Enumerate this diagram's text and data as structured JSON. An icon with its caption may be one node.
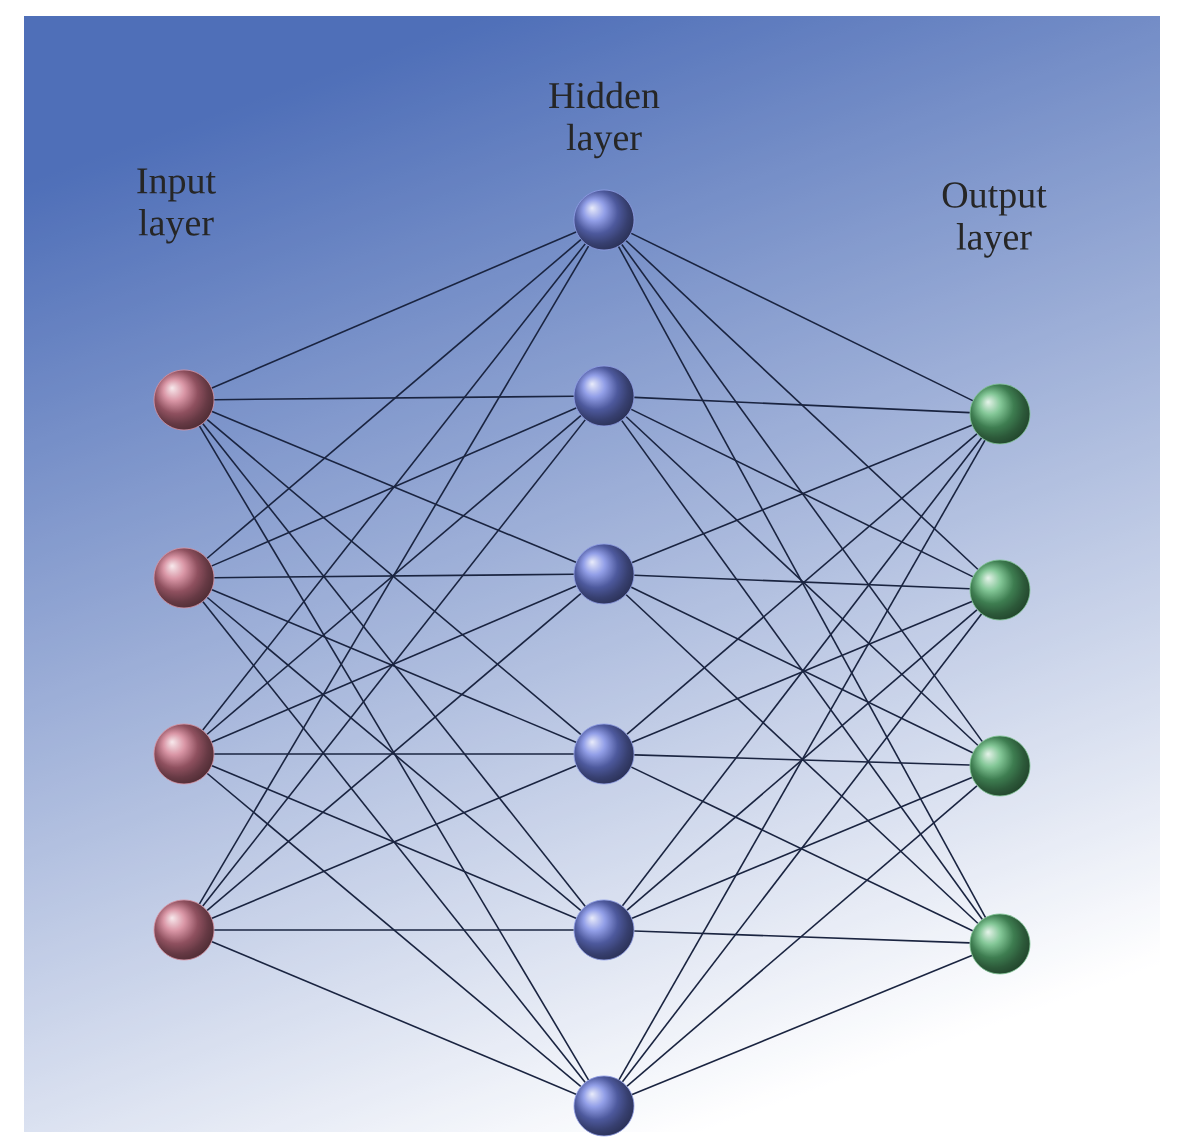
{
  "diagram": {
    "nodes": [
      {
        "text": [],
        "shape": "circle"
      },
      {
        "text": [],
        "shape": "circle"
      },
      {
        "text": [],
        "shape": "circle"
      },
      {
        "text": [],
        "shape": "circle"
      },
      {
        "text": [],
        "shape": "circle"
      },
      {
        "text": [],
        "shape": "circle"
      },
      {
        "text": [],
        "shape": "circle"
      },
      {
        "text": [],
        "shape": "circle"
      },
      {
        "text": [],
        "shape": "circle"
      },
      {
        "text": [],
        "shape": "circle"
      },
      {
        "text": [],
        "shape": "circle"
      },
      {
        "text": [],
        "shape": "circle"
      },
      {
        "text": [],
        "shape": "circle"
      },
      {
        "text": [],
        "shape": "circle"
      }
    ],
    "edges": [
      {
        "from": 0,
        "to": 4,
        "arrow": "none"
      },
      {
        "from": 0,
        "to": 5,
        "arrow": "none"
      },
      {
        "from": 0,
        "to": 6,
        "arrow": "none"
      },
      {
        "from": 0,
        "to": 7,
        "arrow": "none"
      },
      {
        "from": 0,
        "to": 8,
        "arrow": "none"
      },
      {
        "from": 0,
        "to": 9,
        "arrow": "none"
      },
      {
        "from": 1,
        "to": 4,
        "arrow": "none"
      },
      {
        "from": 1,
        "to": 5,
        "arrow": "none"
      },
      {
        "from": 1,
        "to": 6,
        "arrow": "none"
      },
      {
        "from": 1,
        "to": 7,
        "arrow": "none"
      },
      {
        "from": 1,
        "to": 8,
        "arrow": "none"
      },
      {
        "from": 1,
        "to": 9,
        "arrow": "none"
      },
      {
        "from": 2,
        "to": 4,
        "arrow": "none"
      },
      {
        "from": 2,
        "to": 5,
        "arrow": "none"
      },
      {
        "from": 2,
        "to": 6,
        "arrow": "none"
      },
      {
        "from": 2,
        "to": 7,
        "arrow": "none"
      },
      {
        "from": 2,
        "to": 8,
        "arrow": "none"
      },
      {
        "from": 2,
        "to": 9,
        "arrow": "none"
      },
      {
        "from": 3,
        "to": 4,
        "arrow": "none"
      },
      {
        "from": 3,
        "to": 5,
        "arrow": "none"
      },
      {
        "from": 3,
        "to": 6,
        "arrow": "none"
      },
      {
        "from": 3,
        "to": 7,
        "arrow": "none"
      },
      {
        "from": 3,
        "to": 8,
        "arrow": "none"
      },
      {
        "from": 3,
        "to": 9,
        "arrow": "none"
      },
      {
        "from": 4,
        "to": 10,
        "arrow": "none"
      },
      {
        "from": 4,
        "to": 11,
        "arrow": "none"
      },
      {
        "from": 4,
        "to": 12,
        "arrow": "none"
      },
      {
        "from": 4,
        "to": 13,
        "arrow": "none"
      },
      {
        "from": 5,
        "to": 10,
        "arrow": "none"
      },
      {
        "from": 5,
        "to": 11,
        "arrow": "none"
      },
      {
        "from": 5,
        "to": 12,
        "arrow": "none"
      },
      {
        "from": 5,
        "to": 13,
        "arrow": "none"
      },
      {
        "from": 6,
        "to": 10,
        "arrow": "none"
      },
      {
        "from": 6,
        "to": 11,
        "arrow": "none"
      },
      {
        "from": 6,
        "to": 12,
        "arrow": "none"
      },
      {
        "from": 6,
        "to": 13,
        "arrow": "none"
      },
      {
        "from": 7,
        "to": 10,
        "arrow": "none"
      },
      {
        "from": 7,
        "to": 11,
        "arrow": "none"
      },
      {
        "from": 7,
        "to": 12,
        "arrow": "none"
      },
      {
        "from": 7,
        "to": 13,
        "arrow": "none"
      },
      {
        "from": 8,
        "to": 10,
        "arrow": "none"
      },
      {
        "from": 8,
        "to": 11,
        "arrow": "none"
      },
      {
        "from": 8,
        "to": 12,
        "arrow": "none"
      },
      {
        "from": 8,
        "to": 13,
        "arrow": "none"
      },
      {
        "from": 9,
        "to": 10,
        "arrow": "none"
      },
      {
        "from": 9,
        "to": 11,
        "arrow": "none"
      },
      {
        "from": 9,
        "to": 12,
        "arrow": "none"
      },
      {
        "from": 9,
        "to": 13,
        "arrow": "none"
      }
    ],
    "labels": [
      "Input layer",
      "Hidden layer",
      "Output layer"
    ]
  }
}
